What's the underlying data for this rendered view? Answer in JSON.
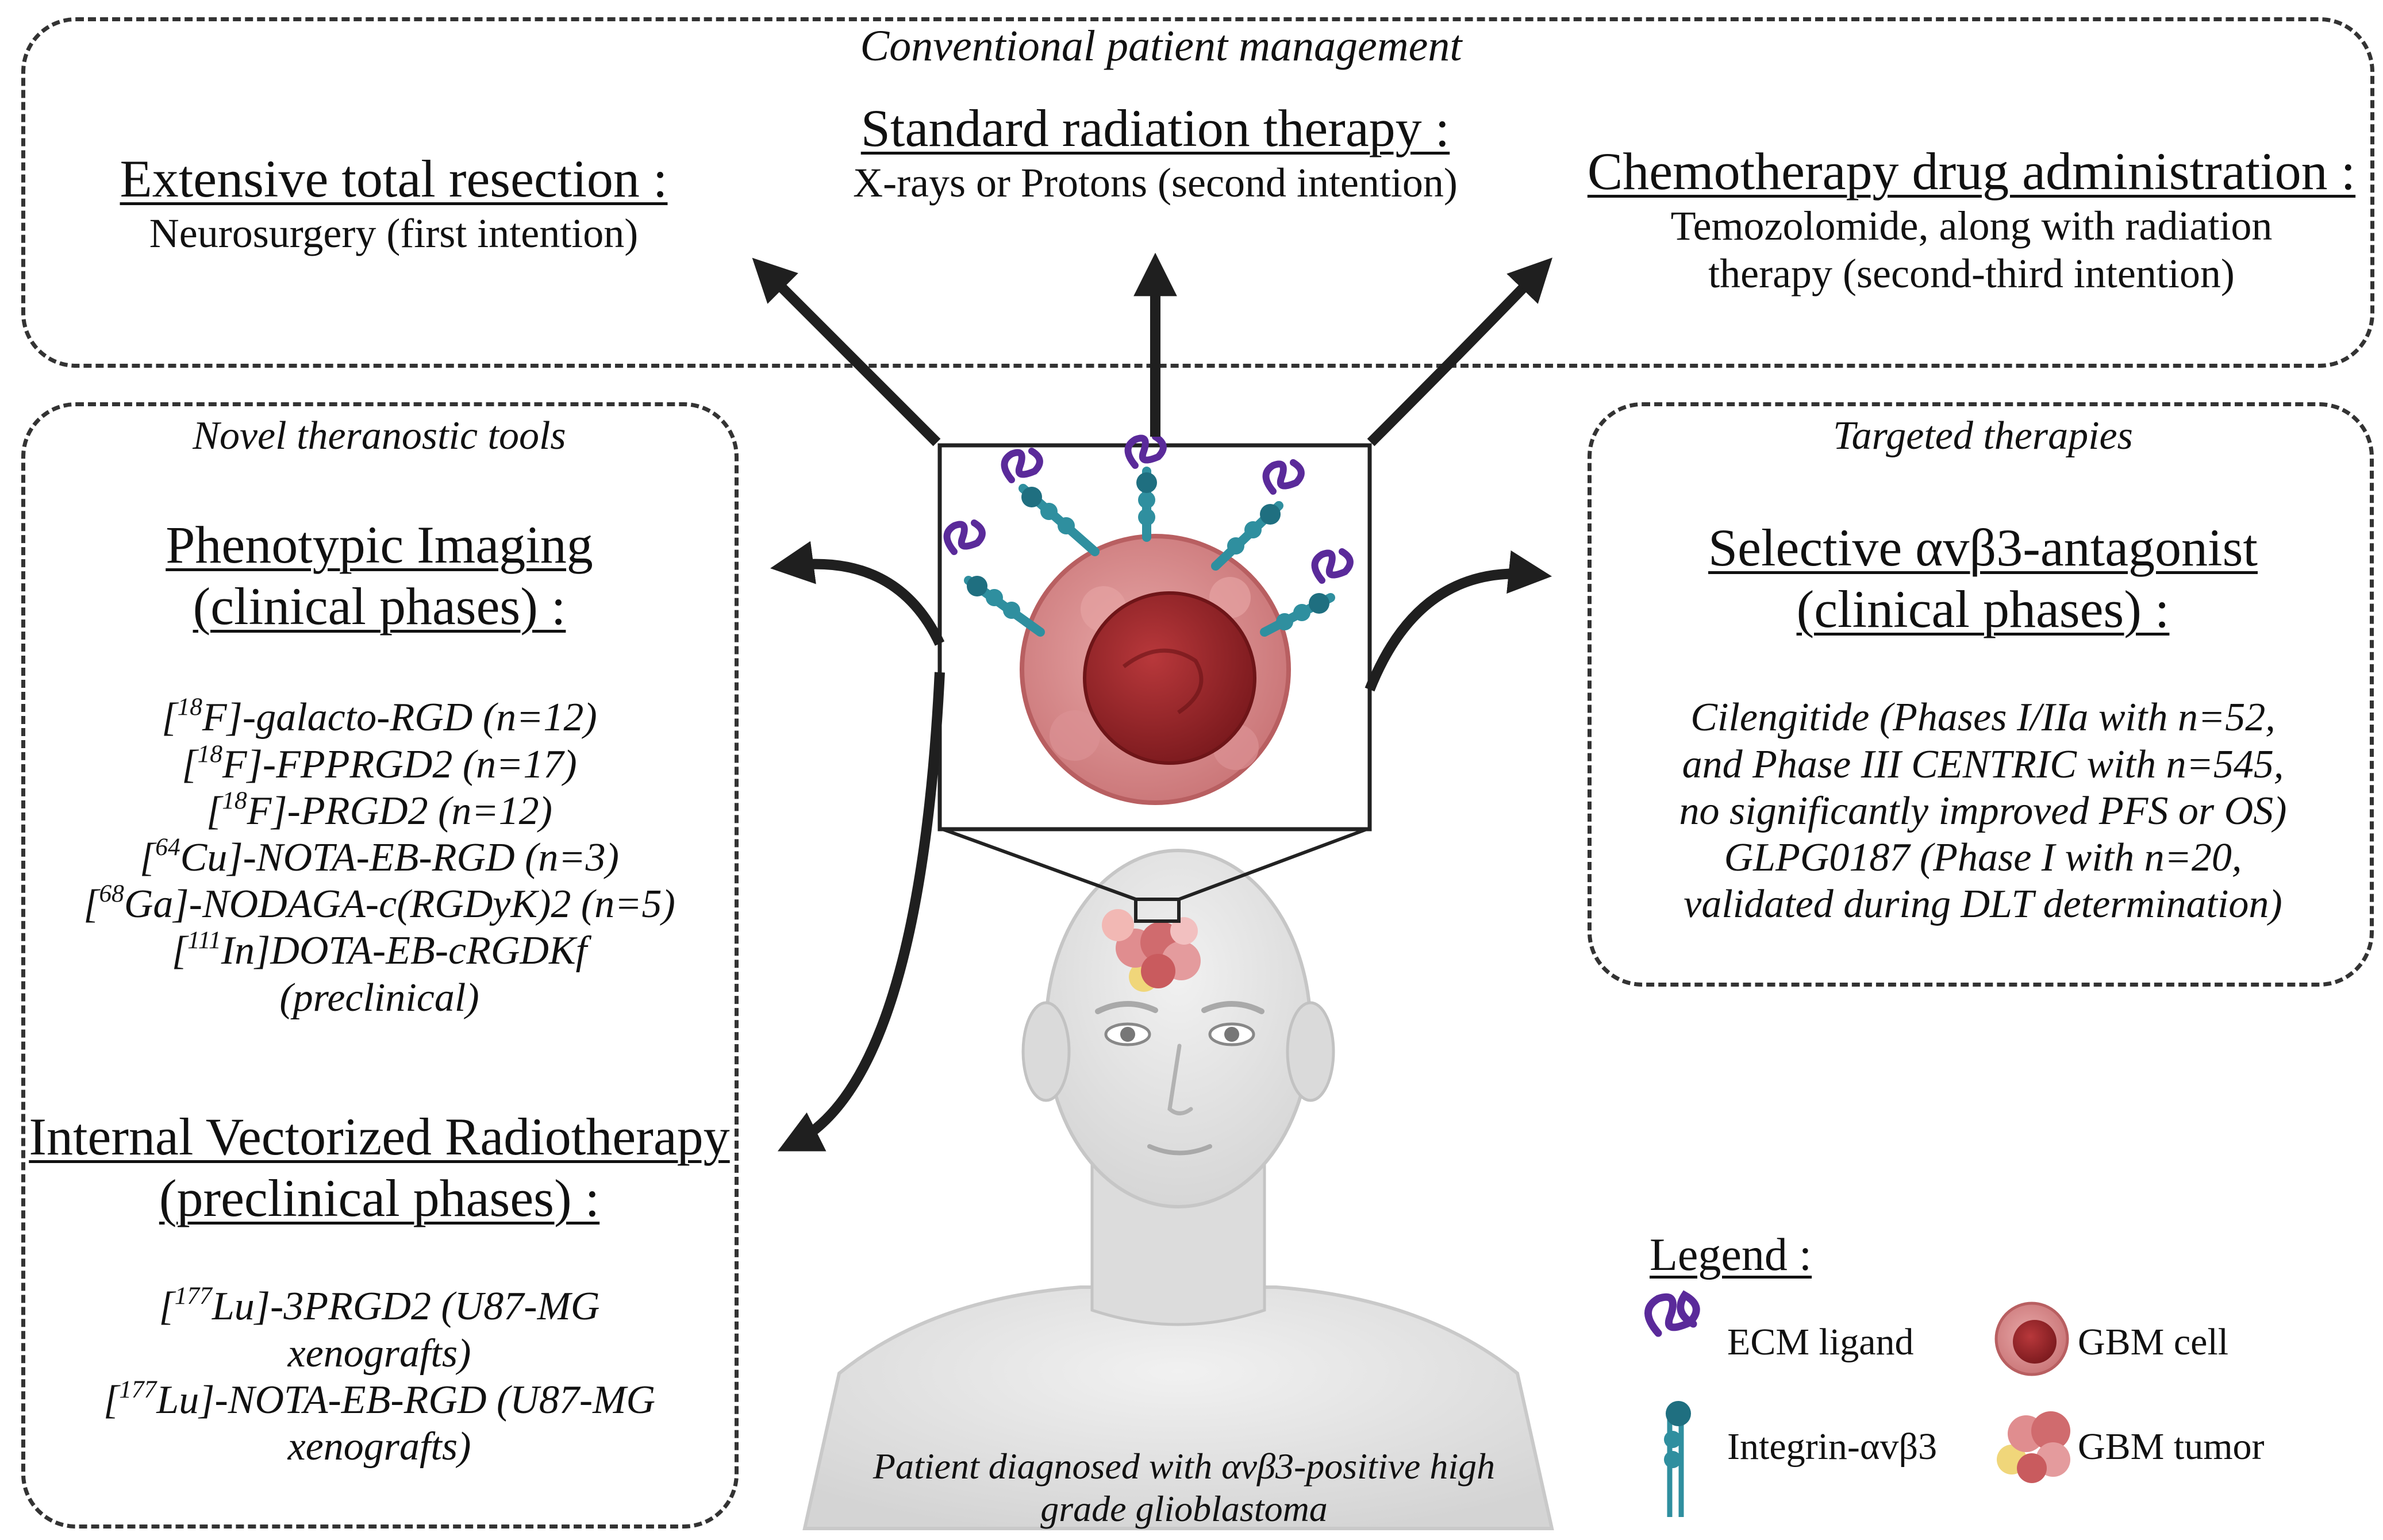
{
  "conventional": {
    "caption": "Conventional patient management",
    "resection": {
      "title": "Extensive total resection :",
      "body": "Neurosurgery (first intention)"
    },
    "radiation": {
      "title": "Standard radiation therapy :",
      "body": "X-rays or Protons (second intention)"
    },
    "chemo": {
      "title": "Chemotherapy drug administration :",
      "lines": [
        "Temozolomide, along with radiation",
        "therapy (second-third intention)"
      ]
    }
  },
  "theranostic": {
    "caption": "Novel theranostic tools",
    "imaging": {
      "title_lines": [
        "Phenotypic Imaging",
        "(clinical phases) :"
      ],
      "items": [
        {
          "sup": "18",
          "text": "F]-galacto-RGD (n=12)"
        },
        {
          "sup": "18",
          "text": "F]-FPPRGD2 (n=17)"
        },
        {
          "sup": "18",
          "text": "F]-PRGD2 (n=12)"
        },
        {
          "sup": "64",
          "text": "Cu]-NOTA-EB-RGD (n=3)"
        },
        {
          "sup": "68",
          "text": "Ga]-NODAGA-c(RGDyK)2 (n=5)"
        },
        {
          "sup": "111",
          "text": "In]DOTA-EB-cRGDKf"
        }
      ],
      "tail": "(preclinical)"
    },
    "radiotherapy": {
      "title_lines": [
        "Internal Vectorized Radiotherapy",
        "(preclinical phases) :"
      ],
      "items": [
        {
          "sup": "177",
          "text": "Lu]-3PRGD2 (U87-MG",
          "cont": "xenografts)"
        },
        {
          "sup": "177",
          "text": "Lu]-NOTA-EB-RGD (U87-MG",
          "cont": "xenografts)"
        }
      ]
    }
  },
  "targeted": {
    "caption": "Targeted therapies",
    "title_lines": [
      "Selective αvβ3-antagonist",
      "(clinical phases) :"
    ],
    "lines": [
      "Cilengitide (Phases I/IIa with n=52,",
      "and Phase III CENTRIC with n=545,",
      "no significantly improved PFS or OS)",
      "GLPG0187 (Phase I with n=20,",
      "validated during DLT determination)"
    ]
  },
  "patient": {
    "caption_lines": [
      "Patient diagnosed with αvβ3-positive high",
      "grade glioblastoma"
    ]
  },
  "legend": {
    "title": "Legend :",
    "items": {
      "ecm": "ECM ligand",
      "integrin": "Integrin-αvβ3",
      "gbm_cell": "GBM cell",
      "gbm_tumor": "GBM tumor"
    }
  },
  "colors": {
    "ligand": "#5a2a9a",
    "integrin": "#2f8f9f",
    "cell_outer": "#d98a8c",
    "cell_core": "#a52a2e",
    "skin": "#e7e7e7",
    "arrow": "#1f1f1f"
  }
}
